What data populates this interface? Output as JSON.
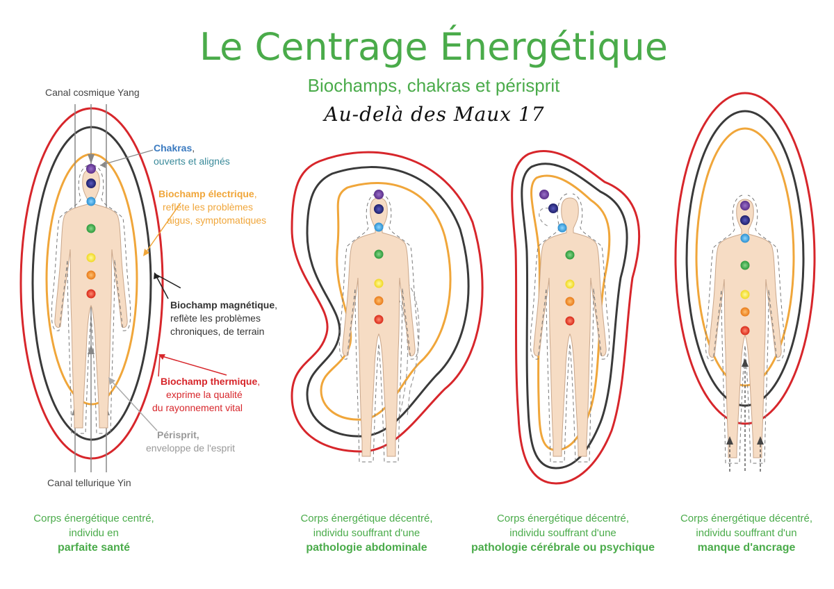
{
  "header": {
    "title": "Le Centrage Énergétique",
    "subtitle": "Biochamps, chakras et périsprit",
    "brand": "Au-delà des Maux 17"
  },
  "labels": {
    "canal_yang": "Canal cosmique Yang",
    "canal_yin": "Canal tellurique Yin",
    "chakras_title": "Chakras",
    "chakras_comma": ",",
    "chakras_desc": "ouverts et alignés",
    "electrique_title": "Biochamp électrique",
    "electrique_line1": "reflète les problèmes",
    "electrique_line2": "aigus, symptomatiques",
    "magnetique_title": "Biochamp magnétique",
    "magnetique_line1": "reflète les problèmes",
    "magnetique_line2": "chroniques, de terrain",
    "thermique_title": "Biochamp thermique",
    "thermique_line1": "exprime la qualité",
    "thermique_line2": "du rayonnement vital",
    "perisprit_title": "Périsprit,",
    "perisprit_line1": "enveloppe de l'esprit"
  },
  "captions": [
    {
      "line1": "Corps énergétique centré,",
      "line2": "individu en",
      "emphasis": "parfaite santé"
    },
    {
      "line1": "Corps énergétique décentré,",
      "line2": "individu souffrant d'une",
      "emphasis": "pathologie abdominale"
    },
    {
      "line1": "Corps énergétique décentré,",
      "line2": "individu souffrant d'une",
      "emphasis": "pathologie cérébrale ou psychique"
    },
    {
      "line1": "Corps énergétique décentré,",
      "line2": "individu souffrant d'un",
      "emphasis": "manque d'ancrage"
    }
  ],
  "colors": {
    "title_green": "#4aab4a",
    "thermique_red": "#d7262b",
    "magnetique_dark": "#3a3a3a",
    "electrique_orange": "#f0a63a",
    "body_skin": "#f6dcc4",
    "chakra_colors": [
      "#6a3d9a",
      "#2e2f8a",
      "#3aa6e0",
      "#3aa845",
      "#f2e63a",
      "#f08a2a",
      "#e03020"
    ]
  }
}
